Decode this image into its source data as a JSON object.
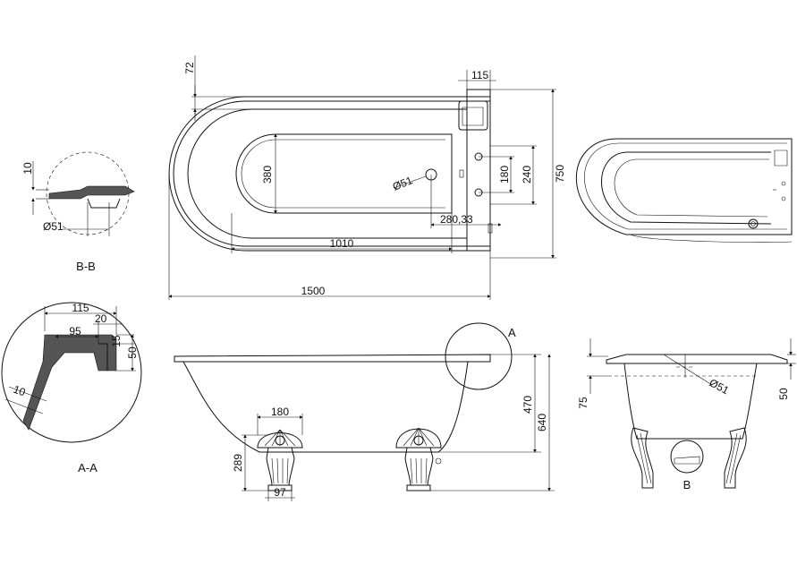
{
  "top_view": {
    "dim_72": "72",
    "dim_115": "115",
    "dim_380": "380",
    "dim_51": "Ø51",
    "dim_180": "180",
    "dim_240": "240",
    "dim_750": "750",
    "dim_280": "280,33",
    "dim_1010": "1010",
    "dim_1500": "1500"
  },
  "section_bb": {
    "label": "B-B",
    "dim_10": "10",
    "dim_51": "Ø51"
  },
  "section_aa": {
    "label": "A-A",
    "dim_115": "115",
    "dim_20": "20",
    "dim_95": "95",
    "dim_15": "15",
    "dim_50": "50",
    "dim_10": "10"
  },
  "front_view": {
    "detail_a": "A",
    "dim_180": "180",
    "dim_289": "289",
    "dim_97": "97",
    "dim_470": "470",
    "dim_640": "640"
  },
  "side_view": {
    "dim_75": "75",
    "dim_51": "Ø51",
    "dim_50": "50",
    "detail_b": "B"
  }
}
